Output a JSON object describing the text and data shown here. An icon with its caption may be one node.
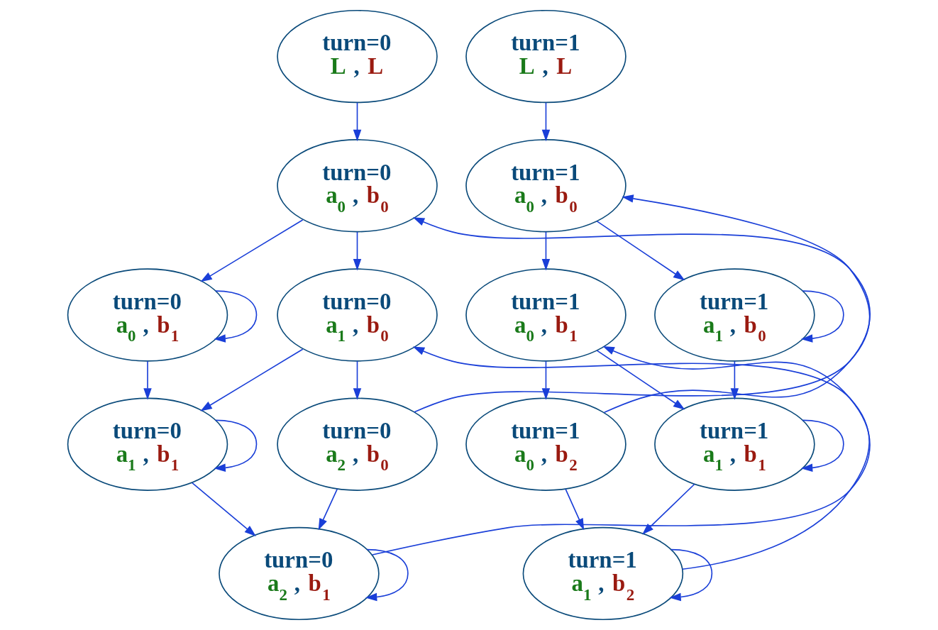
{
  "diagram": {
    "nodes": [
      {
        "text": [
          "turn=0",
          "L , L"
        ]
      },
      {
        "text": [
          "turn=1",
          "L , L"
        ]
      },
      {
        "text": [
          "turn=0",
          "a$_{0}$ , b$_{0}$"
        ]
      },
      {
        "text": [
          "turn=1",
          "a$_{0}$ , b$_{0}$"
        ]
      },
      {
        "text": [
          "turn=0",
          "a$_{0}$ , b$_{1}$"
        ]
      },
      {
        "text": [
          "turn=0",
          "a$_{1}$ , b$_{0}$"
        ]
      },
      {
        "text": [
          "turn=1",
          "a$_{0}$ , b$_{1}$"
        ]
      },
      {
        "text": [
          "turn=1",
          "a$_{1}$ , b$_{0}$"
        ]
      },
      {
        "text": [
          "turn=0",
          "a$_{1}$ , b$_{1}$"
        ]
      },
      {
        "text": [
          "turn=0",
          "a$_{2}$ , b$_{0}$"
        ]
      },
      {
        "text": [
          "turn=1",
          "a$_{0}$ , b$_{2}$"
        ]
      },
      {
        "text": [
          "turn=1",
          "a$_{1}$ , b$_{1}$"
        ]
      },
      {
        "text": [
          "turn=0",
          "a$_{2}$ , b$_{1}$"
        ]
      },
      {
        "text": [
          "turn=1",
          "a$_{1}$ , b$_{2}$"
        ]
      }
    ],
    "edges": [
      {
        "from": 0,
        "to": 2,
        "arrow": "to"
      },
      {
        "from": 1,
        "to": 3,
        "arrow": "to"
      },
      {
        "from": 2,
        "to": 4,
        "arrow": "to"
      },
      {
        "from": 2,
        "to": 5,
        "arrow": "to"
      },
      {
        "from": 3,
        "to": 6,
        "arrow": "to"
      },
      {
        "from": 3,
        "to": 7,
        "arrow": "to"
      },
      {
        "from": 4,
        "to": 4,
        "arrow": "to"
      },
      {
        "from": 4,
        "to": 8,
        "arrow": "to"
      },
      {
        "from": 5,
        "to": 8,
        "arrow": "to"
      },
      {
        "from": 5,
        "to": 9,
        "arrow": "to"
      },
      {
        "from": 6,
        "to": 10,
        "arrow": "to"
      },
      {
        "from": 6,
        "to": 11,
        "arrow": "to"
      },
      {
        "from": 7,
        "to": 7,
        "arrow": "to"
      },
      {
        "from": 7,
        "to": 11,
        "arrow": "to"
      },
      {
        "from": 8,
        "to": 8,
        "arrow": "to"
      },
      {
        "from": 8,
        "to": 12,
        "arrow": "to"
      },
      {
        "from": 9,
        "to": 12,
        "arrow": "to"
      },
      {
        "from": 9,
        "to": 3,
        "arrow": "to"
      },
      {
        "from": 10,
        "to": 2,
        "arrow": "to"
      },
      {
        "from": 10,
        "to": 13,
        "arrow": "to"
      },
      {
        "from": 11,
        "to": 11,
        "arrow": "to"
      },
      {
        "from": 11,
        "to": 13,
        "arrow": "to"
      },
      {
        "from": 12,
        "to": 12,
        "arrow": "to"
      },
      {
        "from": 12,
        "to": 6,
        "arrow": "to"
      },
      {
        "from": 13,
        "to": 13,
        "arrow": "to"
      },
      {
        "from": 13,
        "to": 5,
        "arrow": "to"
      }
    ]
  }
}
